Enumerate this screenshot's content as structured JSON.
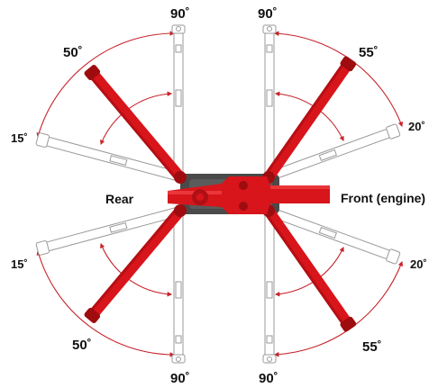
{
  "labels": {
    "rear": "Rear",
    "front": "Front (engine)"
  },
  "angles": {
    "top_left_vertical": "90˚",
    "top_right_vertical": "90˚",
    "bottom_left_vertical": "90˚",
    "bottom_right_vertical": "90˚",
    "top_left_diagonal": "50˚",
    "bottom_left_diagonal": "50˚",
    "top_right_diagonal": "55˚",
    "bottom_right_diagonal": "55˚",
    "top_left_low": "15˚",
    "bottom_left_low": "15˚",
    "top_right_low": "20˚",
    "bottom_right_low": "20˚"
  },
  "colors": {
    "outrigger_red": "#d7151b",
    "outrigger_dark": "#9e0c10",
    "ghost_outrigger": "#ffffff",
    "ghost_outline": "#9a9a9a",
    "chassis": "#4a4a4a",
    "arc": "#c8232b"
  }
}
